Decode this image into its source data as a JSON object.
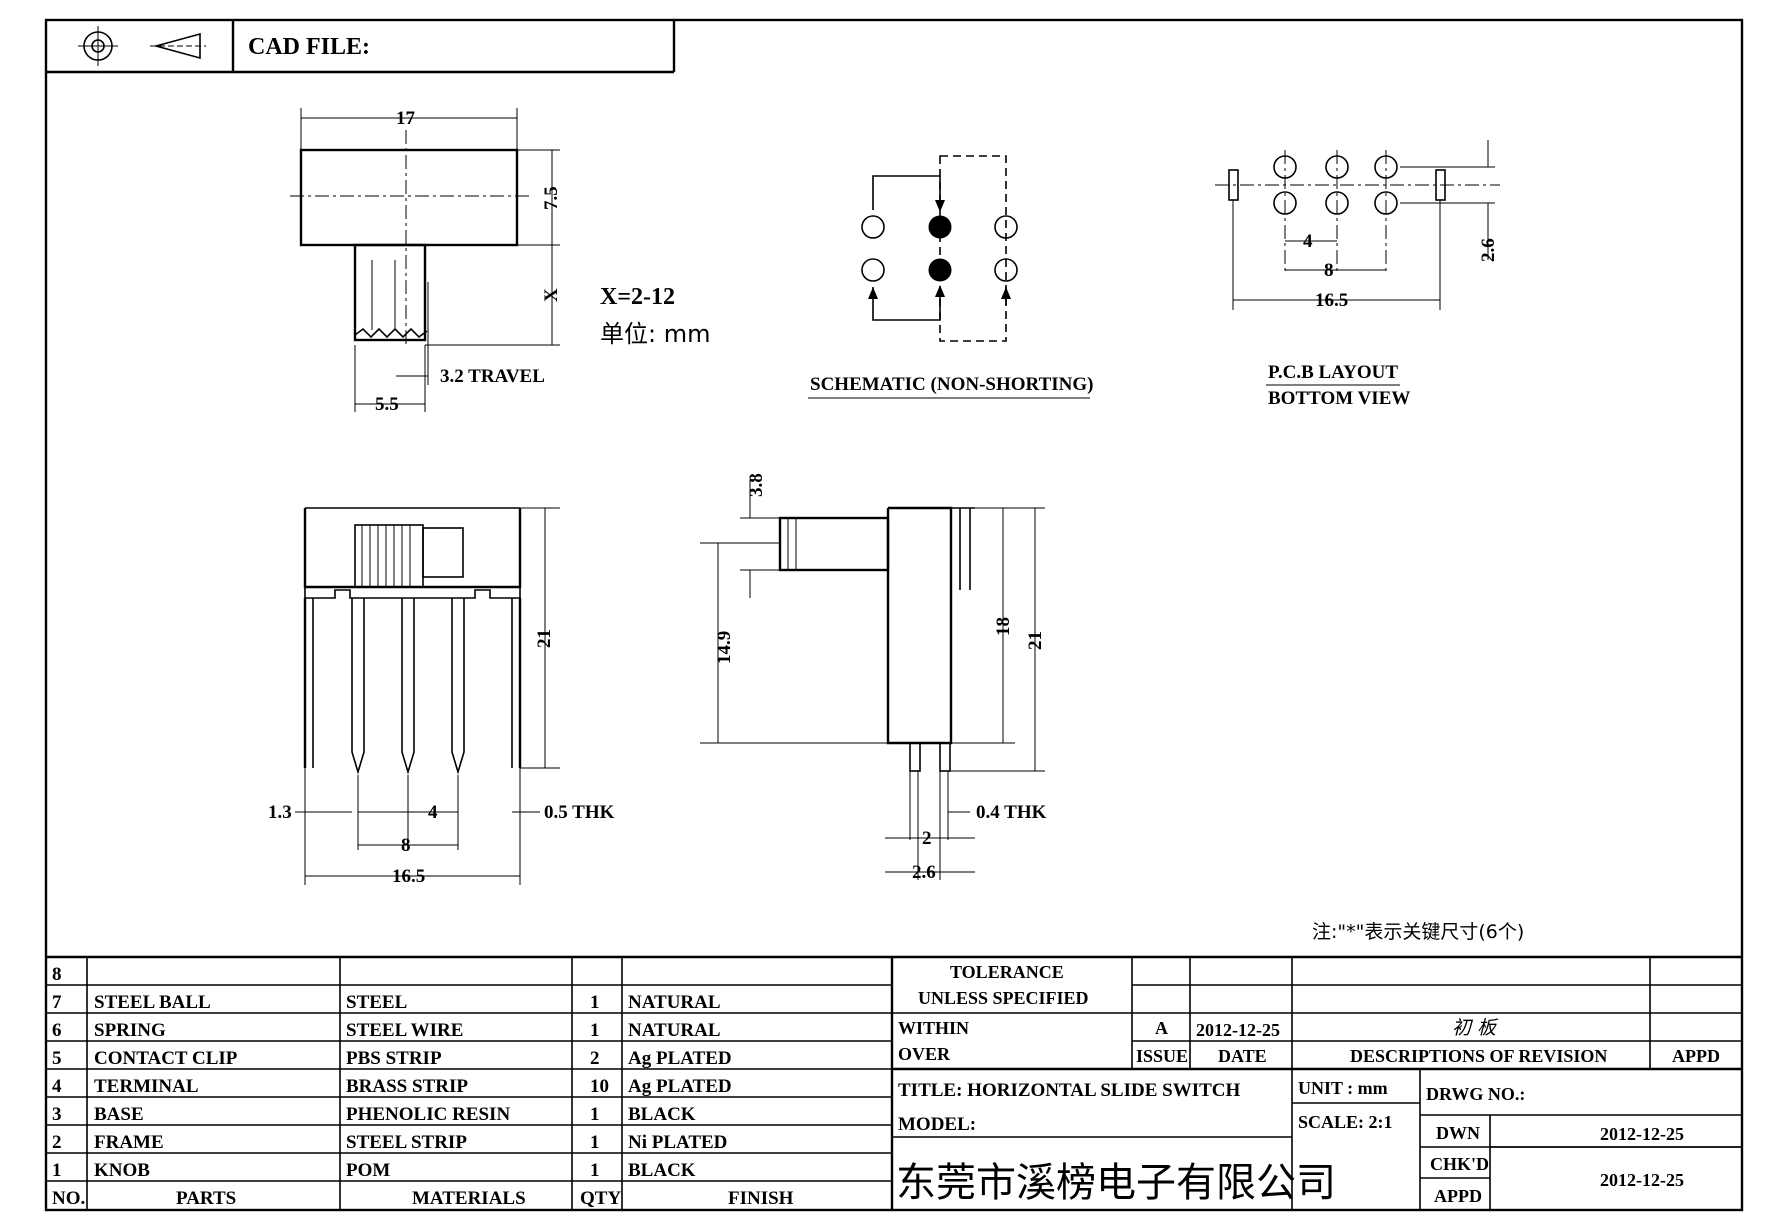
{
  "header": {
    "cad_file_label": "CAD FILE:",
    "projection_icons": [
      "crosshair-circle-icon",
      "cone-projection-icon"
    ]
  },
  "top_view": {
    "width": "17",
    "height": "7.5",
    "knob_x": "X",
    "travel": "3.2 TRAVEL",
    "knob_width": "5.5",
    "x_range": "X=2-12",
    "unit_cn": "单位: mm"
  },
  "schematic": {
    "label": "SCHEMATIC (NON-SHORTING)"
  },
  "pcb_layout": {
    "label_line1": "P.C.B LAYOUT",
    "label_line2": "BOTTOM VIEW",
    "pitch": "4",
    "span": "8",
    "total": "16.5",
    "row_gap": "2.6"
  },
  "front_view": {
    "height": "21",
    "left_margin": "1.3",
    "pitch": "4",
    "span": "8",
    "total": "16.5",
    "thickness": "0.5 THK"
  },
  "side_view": {
    "knob_dia": "3.8",
    "knob_height": "14.9",
    "body_height": "18",
    "total_height": "21",
    "thickness": "0.4 THK",
    "pin_gap": "2",
    "pin_total": "2.6"
  },
  "note": "注:\"*\"表示关键尺寸(6个)",
  "bom": {
    "rows": [
      {
        "no": "8",
        "part": "",
        "material": "",
        "qty": "",
        "finish": ""
      },
      {
        "no": "7",
        "part": "STEEL BALL",
        "material": "STEEL",
        "qty": "1",
        "finish": "NATURAL"
      },
      {
        "no": "6",
        "part": "SPRING",
        "material": "STEEL WIRE",
        "qty": "1",
        "finish": "NATURAL"
      },
      {
        "no": "5",
        "part": "CONTACT CLIP",
        "material": "PBS STRIP",
        "qty": "2",
        "finish": "Ag PLATED"
      },
      {
        "no": "4",
        "part": "TERMINAL",
        "material": "BRASS STRIP",
        "qty": "10",
        "finish": "Ag PLATED"
      },
      {
        "no": "3",
        "part": "BASE",
        "material": "PHENOLIC RESIN",
        "qty": "1",
        "finish": "BLACK"
      },
      {
        "no": "2",
        "part": "FRAME",
        "material": "STEEL STRIP",
        "qty": "1",
        "finish": "Ni PLATED"
      },
      {
        "no": "1",
        "part": "KNOB",
        "material": "POM",
        "qty": "1",
        "finish": "BLACK"
      }
    ],
    "headers": {
      "no": "NO.",
      "part": "PARTS",
      "material": "MATERIALS",
      "qty": "QTY",
      "finish": "FINISH"
    }
  },
  "title_block": {
    "tolerance_l1": "TOLERANCE",
    "tolerance_l2": "UNLESS  SPECIFIED",
    "within": "WITHIN",
    "over": "OVER",
    "issue_value": "A",
    "issue_date": "2012-12-25",
    "revision_desc": "初 板",
    "issue_label": "ISSUE",
    "date_label": "DATE",
    "desc_label": "DESCRIPTIONS OF REVISION",
    "appd_label": "APPD",
    "title": "TITLE: HORIZONTAL SLIDE SWITCH",
    "unit": "UNIT : mm",
    "drwg_no": "DRWG NO.:",
    "model": "MODEL:",
    "scale": "SCALE: 2:1",
    "dwn": "DWN",
    "dwn_date": "2012-12-25",
    "company": "东莞市溪榜电子有限公司",
    "chkd": "CHK'D",
    "appd": "APPD",
    "chk_date": "2012-12-25"
  }
}
